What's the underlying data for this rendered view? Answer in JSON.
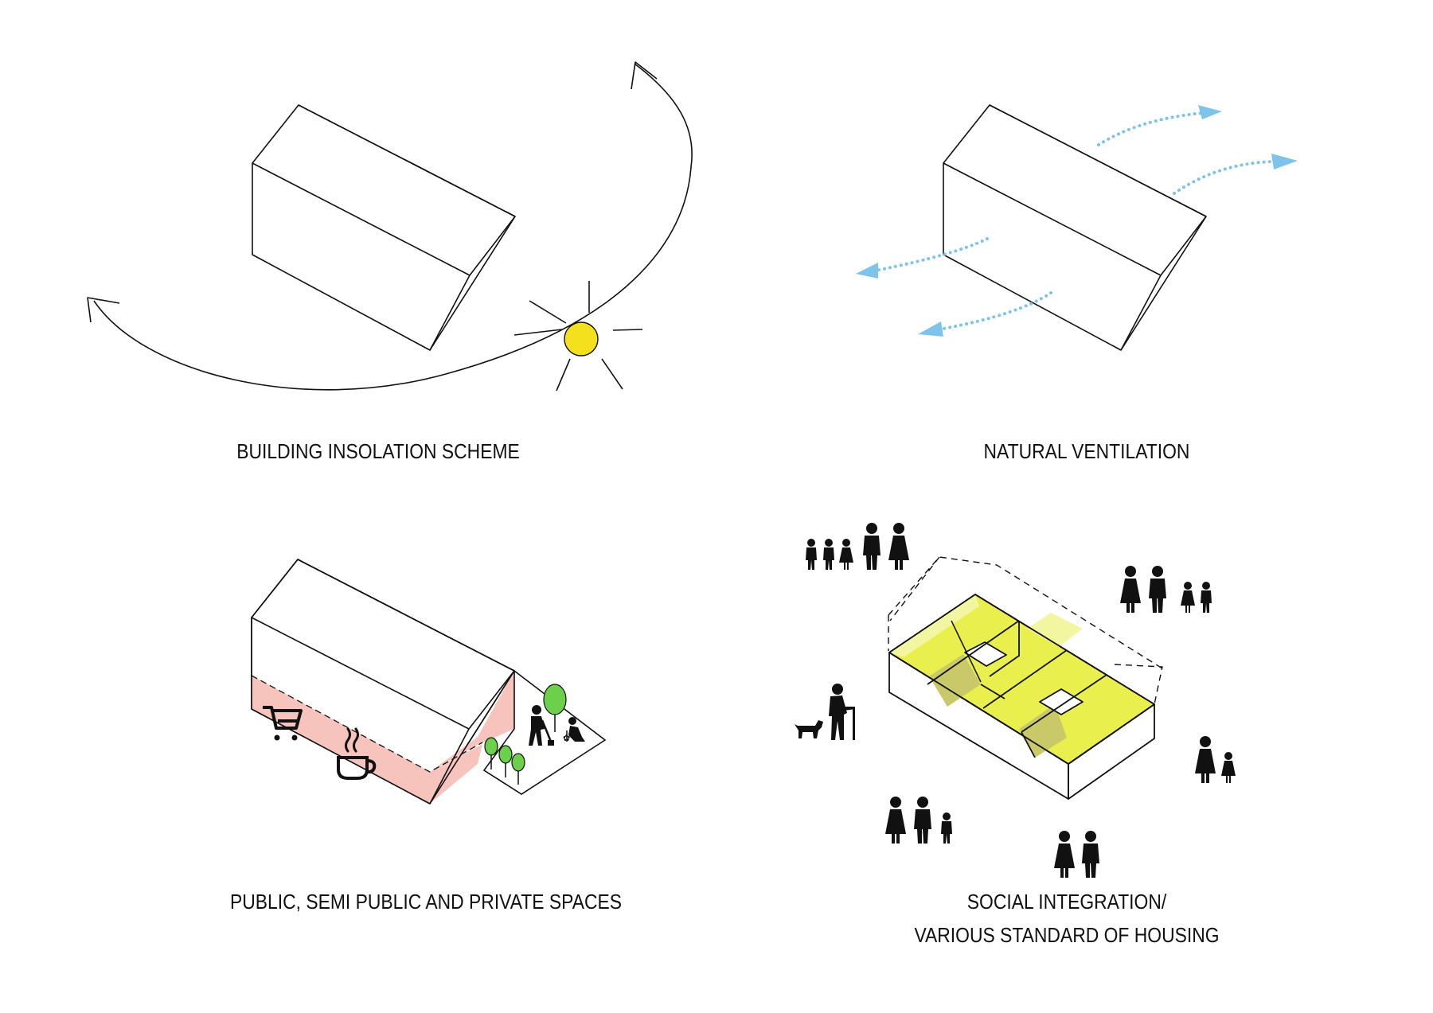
{
  "panels": {
    "insolation": {
      "caption": "BUILDING INSOLATION SCHEME"
    },
    "ventilation": {
      "caption": "NATURAL VENTILATION"
    },
    "spaces": {
      "caption": "PUBLIC, SEMI PUBLIC AND PRIVATE SPACES"
    },
    "social": {
      "caption_line1": "SOCIAL INTEGRATION/",
      "caption_line2": "VARIOUS STANDARD OF HOUSING"
    }
  },
  "colors": {
    "sun": "#f5e01e",
    "airflow": "#7ec3ea",
    "public_zone": "#f7c3bd",
    "apartments": "#e9ef4c",
    "apartments_light": "#f3f6a0",
    "apartments_shade": "#c9c96a",
    "tree": "#6cd04a"
  },
  "icons": [
    "sun-icon",
    "shopping-cart-icon",
    "coffee-cup-icon",
    "gardener-icon",
    "tree-icon",
    "person-icon",
    "dog-icon"
  ]
}
